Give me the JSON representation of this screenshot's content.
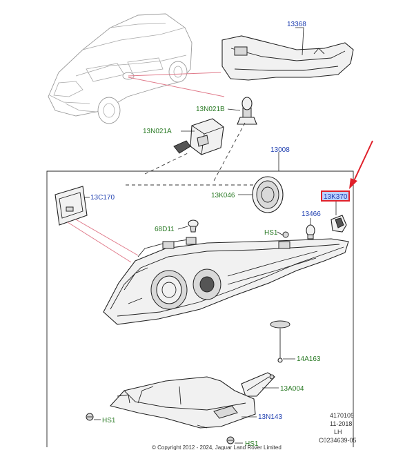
{
  "labels": {
    "p13368": "13368",
    "p13N021B": "13N021B",
    "p13N021A": "13N021A",
    "p13008": "13008",
    "p13C170": "13C170",
    "p13K046": "13K046",
    "p13K370": "13K370",
    "p13466": "13466",
    "p68D11": "68D11",
    "pHS1a": "HS1",
    "p14A163": "14A163",
    "p13A004": "13A004",
    "pHS1b": "HS1",
    "p13N143": "13N143",
    "pHS1c": "HS1"
  },
  "meta": {
    "code1": "4170105",
    "date": "11-2018",
    "side": "LH",
    "ref": "C0234639-05"
  },
  "copyright": "© Copyright 2012 - 2024, Jaguar Land Rover Limited",
  "colors": {
    "label_blue": "#1f3fb0",
    "label_green": "#2a7a25",
    "highlight": "#e0202a"
  }
}
